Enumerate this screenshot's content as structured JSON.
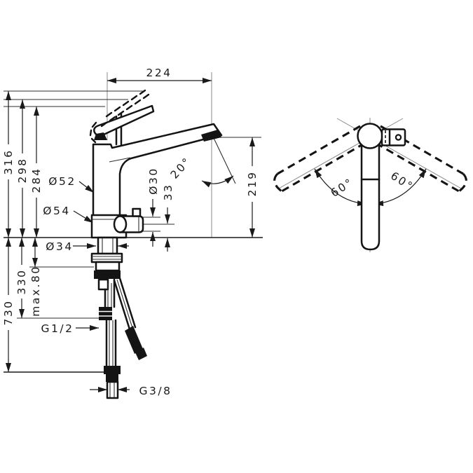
{
  "drawing": {
    "kind": "faucet installation dimension drawing",
    "colors": {
      "ink": "#1a1a1a",
      "construction_line": "#8a8a8a",
      "background": "#ffffff"
    }
  },
  "front_view": {
    "spout_reach": "224",
    "height_max_handle": "316",
    "height_handle": "298",
    "height_body_top": "284",
    "body_diameter": "Ø52",
    "base_diameter": "Ø54",
    "shank_diameter": "Ø34",
    "valve_diameter": "Ø30",
    "valve_center_height": "33",
    "spout_angle": "20°",
    "spout_height": "219",
    "hose_connection_depth": "330",
    "deck_thickness_max": "max.80",
    "hose_total_length": "730",
    "inlet_thread": "G1/2",
    "outlet_thread": "G3/8"
  },
  "top_view": {
    "swivel_left": "60°",
    "swivel_right": "60°"
  }
}
